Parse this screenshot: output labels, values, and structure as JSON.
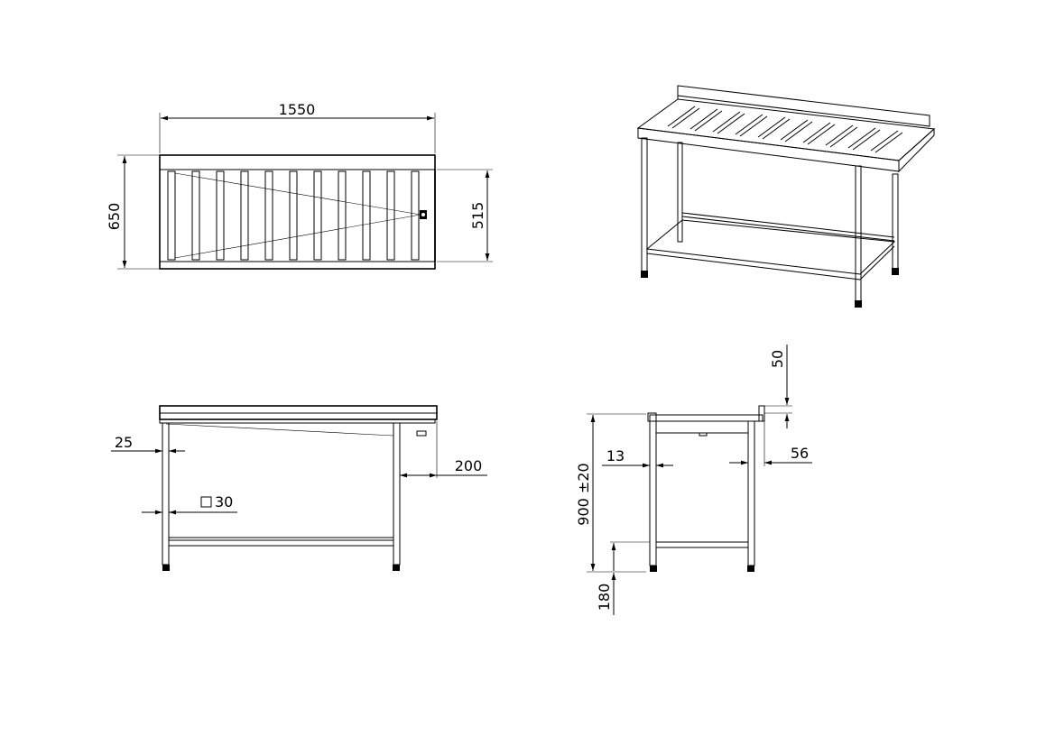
{
  "drawing": {
    "top_view": {
      "width_label": "1550",
      "depth_label": "650",
      "inner_depth_label": "515"
    },
    "front_view": {
      "setback_label": "25",
      "tube_label": "30",
      "overhang_label": "200"
    },
    "side_view": {
      "backsplash_label": "50",
      "height_label": "900 ±20",
      "inset_label": "13",
      "edge_label": "56",
      "shelf_label": "180"
    }
  },
  "style": {
    "line_color": "#000000",
    "background": "#ffffff"
  }
}
